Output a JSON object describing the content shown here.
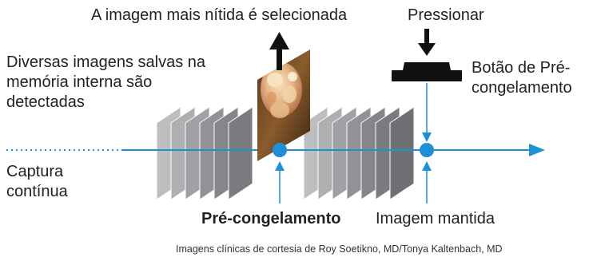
{
  "labels": {
    "top_selected": "A imagem mais nítida é selecionada",
    "press": "Pressionar",
    "multiple_images_line1": "Diversas imagens salvas na",
    "multiple_images_line2": "memória interna são",
    "multiple_images_line3": "detectadas",
    "button_line1": "Botão de Pré-",
    "button_line2": "congelamento",
    "capture_line1": "Captura",
    "capture_line2": "contínua",
    "prefreeze": "Pré-congelamento",
    "image_kept": "Imagem mantida",
    "credit": "Imagens clínicas de cortesia de Roy Soetikno, MD/Tonya Kaltenbach, MD"
  },
  "colors": {
    "timeline": "#1e90d6",
    "frame_light": "#b9babc",
    "frame_dark": "#7c7d80",
    "button": "#111111",
    "text": "#222222"
  }
}
